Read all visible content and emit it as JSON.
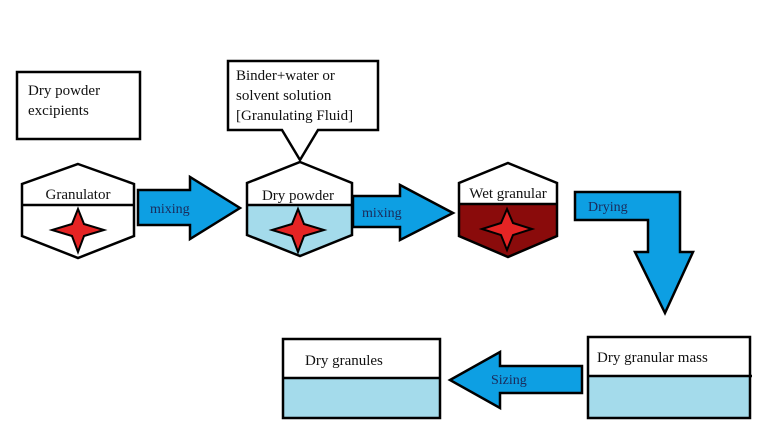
{
  "diagram": {
    "excipients_box": {
      "lines": [
        "Dry powder",
        "excipients"
      ]
    },
    "binder_callout": {
      "lines": [
        "Binder+water or",
        "solvent solution",
        "[Granulating Fluid]"
      ]
    },
    "granulator": {
      "label": "Granulator",
      "fill": "#ffffff"
    },
    "dry_powder": {
      "label": "Dry powder",
      "fill": "#a4dbeb"
    },
    "wet_granular": {
      "label": "Wet granular",
      "fill": "#8a0b0b"
    },
    "dry_granular_mass": {
      "label": "Dry granular mass",
      "fill": "#a4dbeb"
    },
    "dry_granules": {
      "label": "Dry granules",
      "fill": "#a4dbeb"
    },
    "arrows": {
      "mixing1": "mixing",
      "mixing2": "mixing",
      "drying": "Drying",
      "sizing": "Sizing"
    },
    "colors": {
      "arrow": "#0d9fe3",
      "star": "#e52424",
      "outline": "#000000"
    }
  }
}
